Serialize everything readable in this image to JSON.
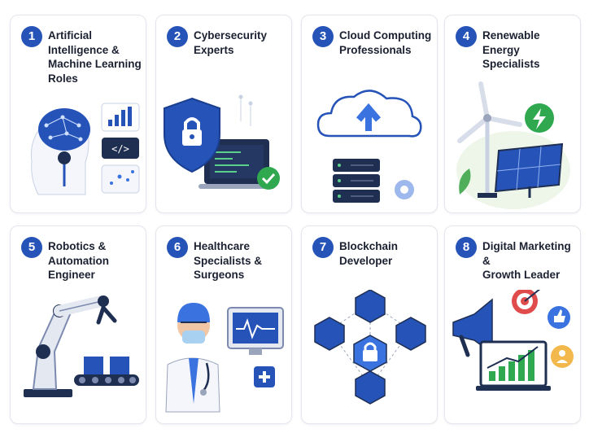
{
  "cards": [
    {
      "num": "1",
      "title": "Artificial\nIntelligence &\nMachine Learning\nRoles",
      "icon": "ai-brain-icon"
    },
    {
      "num": "2",
      "title": "Cybersecurity\nExperts",
      "icon": "security-shield-icon"
    },
    {
      "num": "3",
      "title": "Cloud Computing\nProfessionals",
      "icon": "cloud-server-icon"
    },
    {
      "num": "4",
      "title": "Renewable\nEnergy\nSpecialists",
      "icon": "wind-solar-icon"
    },
    {
      "num": "5",
      "title": "Robotics &\nAutomation\nEngineer",
      "icon": "robot-arm-icon"
    },
    {
      "num": "6",
      "title": "Healthcare\nSpecialists &\nSurgeons",
      "icon": "doctor-icon"
    },
    {
      "num": "7",
      "title": "Blockchain\nDeveloper",
      "icon": "blockchain-icon"
    },
    {
      "num": "8",
      "title": "Digital Marketing &\nGrowth Leader",
      "icon": "marketing-icon"
    }
  ],
  "colors": {
    "primary": "#2553b8",
    "accent": "#3a73e0",
    "green": "#2fa84f",
    "dark": "#1f2f52"
  }
}
